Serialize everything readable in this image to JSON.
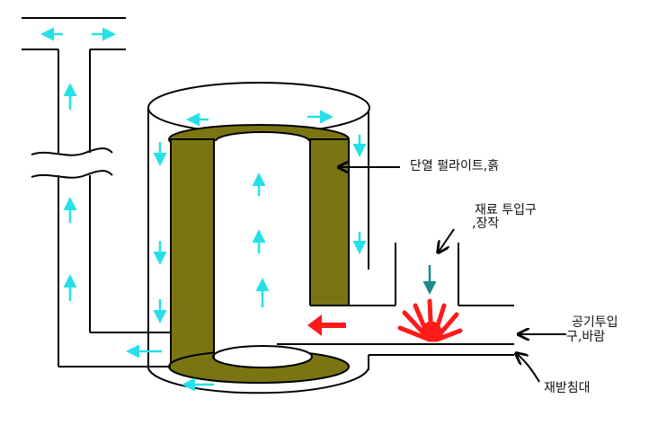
{
  "labels": {
    "insulation": "단열 펄라이트,흙",
    "fuel_inlet_line1": "재료 투입구",
    "fuel_inlet_line2": ",장작",
    "air_inlet_line1": "공기투입",
    "air_inlet_line2": "구,바람",
    "grate": "재받침대"
  },
  "colors": {
    "insulation_fill": "#7a7512",
    "flow_arrow": "#25e0e8",
    "fuel_arrow": "#1a8a8a",
    "fire": "#ff1a1a",
    "line": "#000000"
  }
}
